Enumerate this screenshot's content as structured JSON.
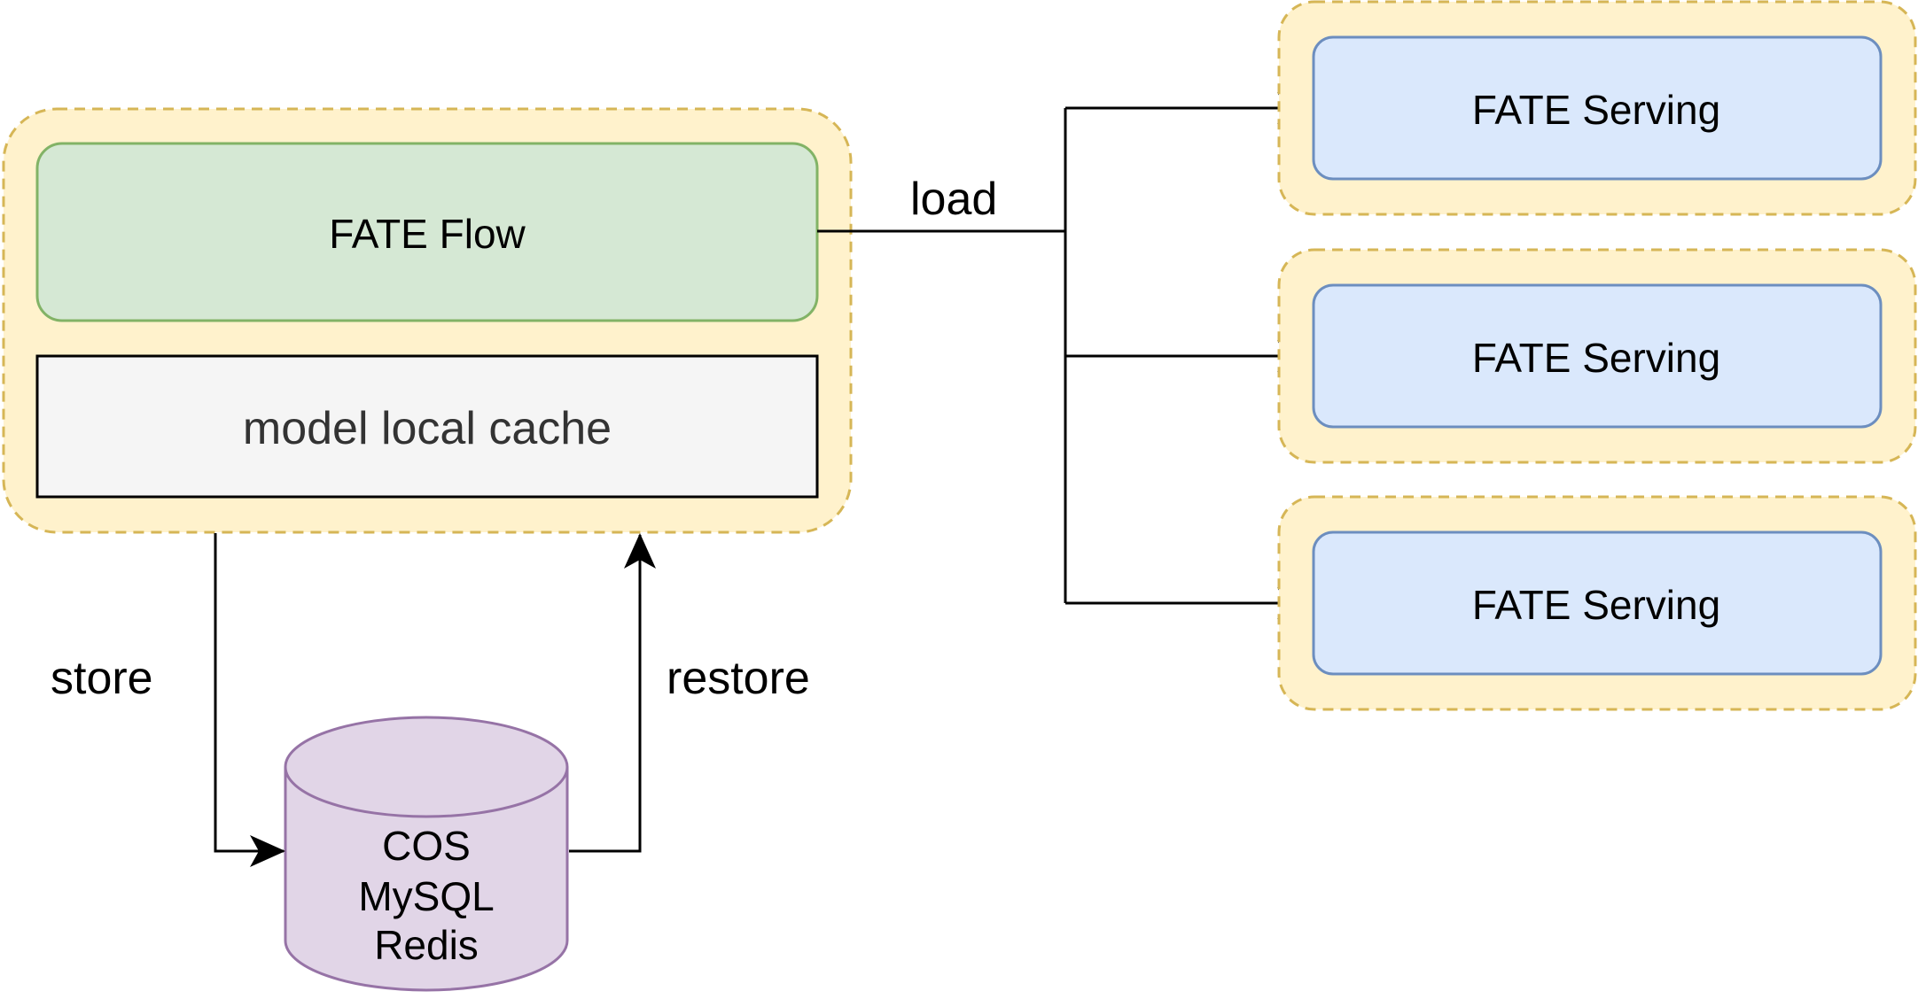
{
  "flow_group": {
    "fate_flow_label": "FATE Flow",
    "cache_label": "model local cache"
  },
  "storage": {
    "lines": [
      "COS",
      "MySQL",
      "Redis"
    ]
  },
  "edges": {
    "load_label": "load",
    "store_label": "store",
    "restore_label": "restore"
  },
  "serving": [
    {
      "label": "FATE Serving"
    },
    {
      "label": "FATE Serving"
    },
    {
      "label": "FATE Serving"
    }
  ],
  "colors": {
    "group_fill": "#fff2cc",
    "group_stroke": "#d6b656",
    "flow_fill": "#d5e8d4",
    "flow_stroke": "#82b366",
    "cache_fill": "#f5f5f5",
    "cache_text": "#333333",
    "db_fill": "#e1d5e7",
    "db_stroke": "#9673a6",
    "serving_fill": "#dae8fc",
    "serving_stroke": "#6c8ebf"
  }
}
